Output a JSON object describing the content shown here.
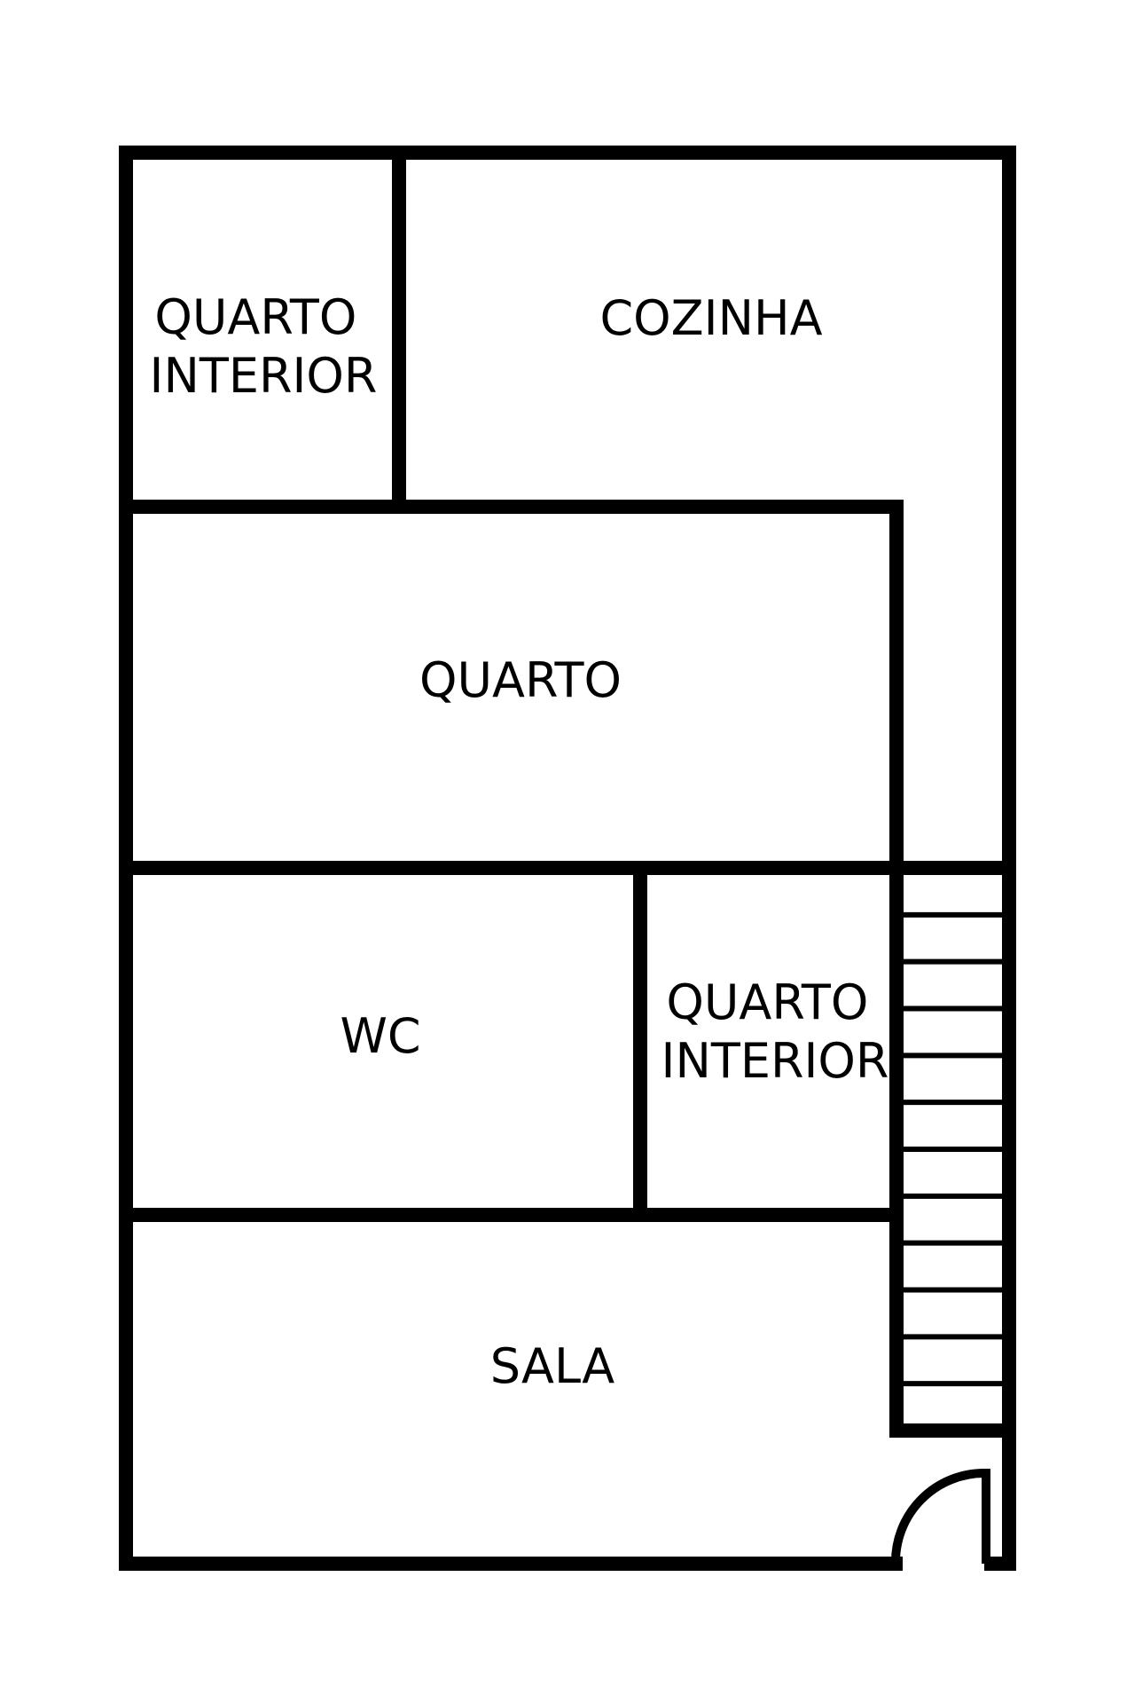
{
  "floor_plan": {
    "rooms": {
      "quarto_interior_top": {
        "line1": "QUARTO",
        "line2": "INTERIOR"
      },
      "cozinha": {
        "label": "COZINHA"
      },
      "quarto": {
        "label": "QUARTO"
      },
      "wc": {
        "label": "WC"
      },
      "quarto_interior_mid": {
        "line1": "QUARTO",
        "line2": "INTERIOR"
      },
      "sala": {
        "label": "SALA"
      }
    },
    "stairs": {
      "steps": 11
    }
  }
}
